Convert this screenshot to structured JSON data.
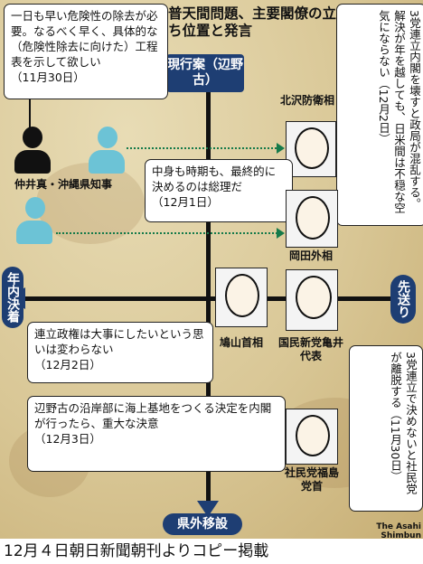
{
  "title": "普天間問題、主要閣僚の立ち位置と発言",
  "axis": {
    "top": "現行案（辺野古）",
    "bottom": "県外移設",
    "left": "年内決着",
    "right": "先送り"
  },
  "governor": {
    "quote": "一日も早い危険性の除去が必要。なるべく早く、具体的な（危険性除去に向けた）工程表を示して欲しい",
    "date": "（11月30日）",
    "name": "仲井真・沖縄県知事"
  },
  "kitazawa": {
    "name": "北沢防衛相",
    "quote": "3党連立内閣を壊すと政局が混乱する。解決が年を越しても、日米間は不穏な空気にならない",
    "date": "（12月2日）"
  },
  "okada": {
    "name": "岡田外相",
    "quote": "中身も時期も、最終的に決めるのは総理だ",
    "date": "（12月1日）"
  },
  "hatoyama": {
    "name": "鳩山首相",
    "quote": "連立政権は大事にしたいという思いは変わらない",
    "date": "（12月2日）"
  },
  "kamei": {
    "name": "国民新党亀井代表"
  },
  "fukushima": {
    "name": "社民党福島党首",
    "quote": "3党連立で決めないと社民党が離脱する",
    "date": "（11月30日）",
    "quote2": "辺野古の沿岸部に海上基地をつくる決定を内閣が行ったら、重大な決意",
    "date2": "（12月3日）"
  },
  "credit": "The Asahi Shimbun",
  "caption": "12月４日朝日新聞朝刊よりコピー掲載",
  "colors": {
    "axis_badge": "#1e3e73",
    "dotted_link": "#157a4a",
    "person_icon": "#6cc3d6"
  }
}
